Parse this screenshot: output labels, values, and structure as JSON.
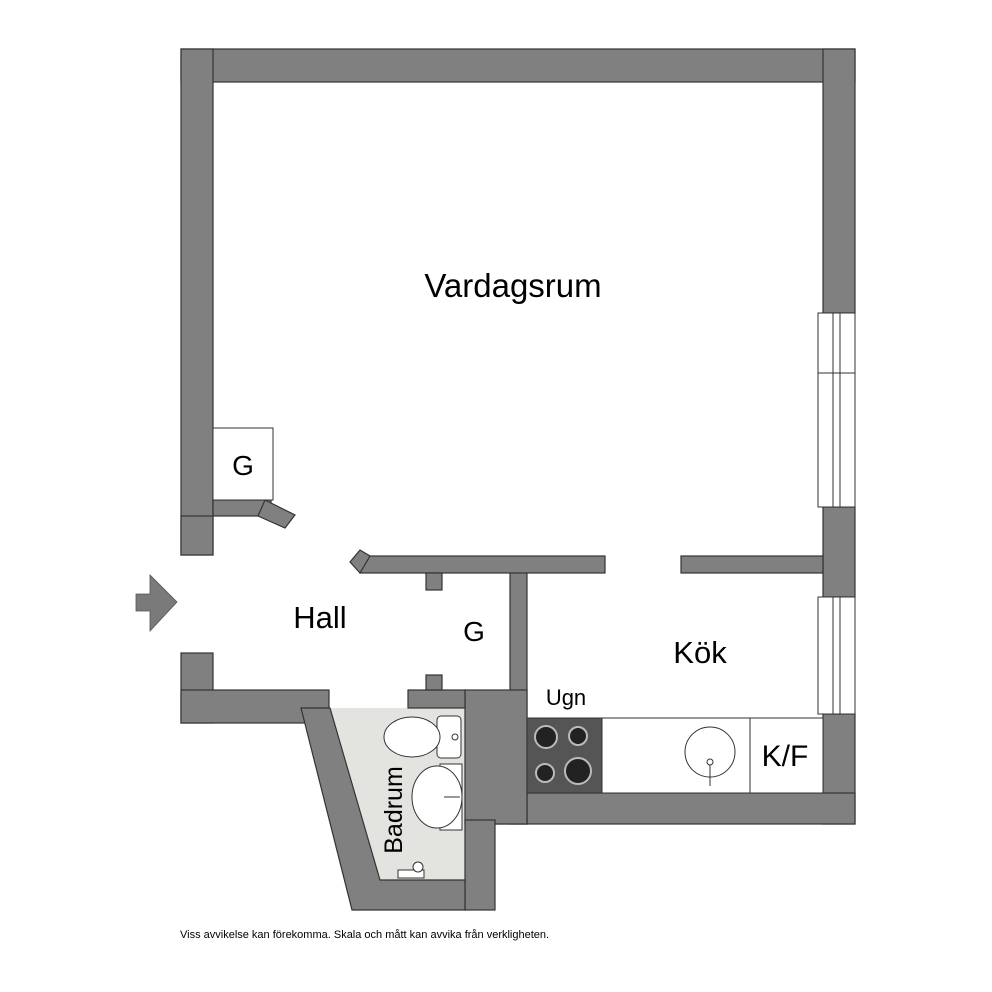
{
  "rooms": {
    "living": "Vardagsrum",
    "hall": "Hall",
    "kitchen": "Kök",
    "bathroom": "Badrum",
    "closet_upper": "G",
    "closet_lower": "G",
    "oven": "Ugn",
    "fridge_freezer": "K/F"
  },
  "disclaimer": "Viss avvikelse kan förekomma. Skala och mått kan avvika från verkligheten.",
  "colors": {
    "wall": "#808080",
    "wall_stroke": "#333333",
    "bathroom_floor": "#e3e3df",
    "stove": "#555555",
    "entrance_arrow": "#7a7a7a"
  }
}
